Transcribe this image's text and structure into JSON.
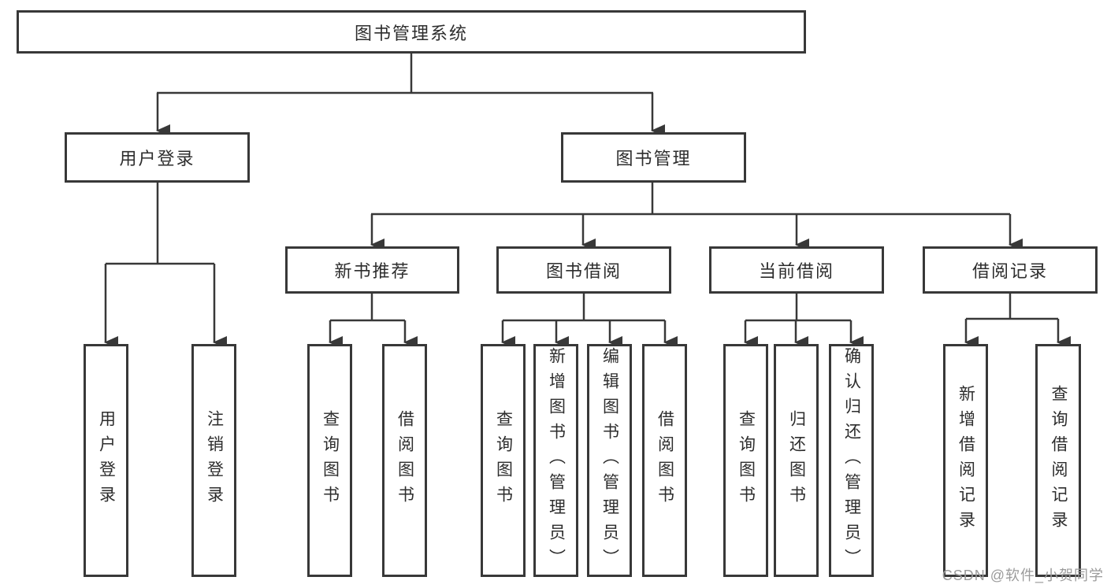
{
  "colors": {
    "background": "#ffffff",
    "line": "#383838",
    "box_border": "#383838",
    "box_fill": "#ffffff",
    "text": "#2d2d2d",
    "watermark": "#9b9b9b"
  },
  "watermark": "CSDN @软件_小贺同学",
  "tree": {
    "root": {
      "label": "图书管理系统",
      "children": [
        {
          "label": "用户登录",
          "children": [
            {
              "label": "用户登录"
            },
            {
              "label": "注销登录"
            }
          ]
        },
        {
          "label": "图书管理",
          "children": [
            {
              "label": "新书推荐",
              "children": [
                {
                  "label": "查询图书"
                },
                {
                  "label": "借阅图书"
                }
              ]
            },
            {
              "label": "图书借阅",
              "children": [
                {
                  "label": "查询图书"
                },
                {
                  "label": "新增图书（管理员）"
                },
                {
                  "label": "编辑图书（管理员）"
                },
                {
                  "label": "借阅图书"
                }
              ]
            },
            {
              "label": "当前借阅",
              "children": [
                {
                  "label": "查询图书"
                },
                {
                  "label": "归还图书"
                },
                {
                  "label": "确认归还（管理员）"
                }
              ]
            },
            {
              "label": "借阅记录",
              "children": [
                {
                  "label": "新增借阅记录"
                },
                {
                  "label": "查询借阅记录"
                }
              ]
            }
          ]
        }
      ]
    }
  }
}
